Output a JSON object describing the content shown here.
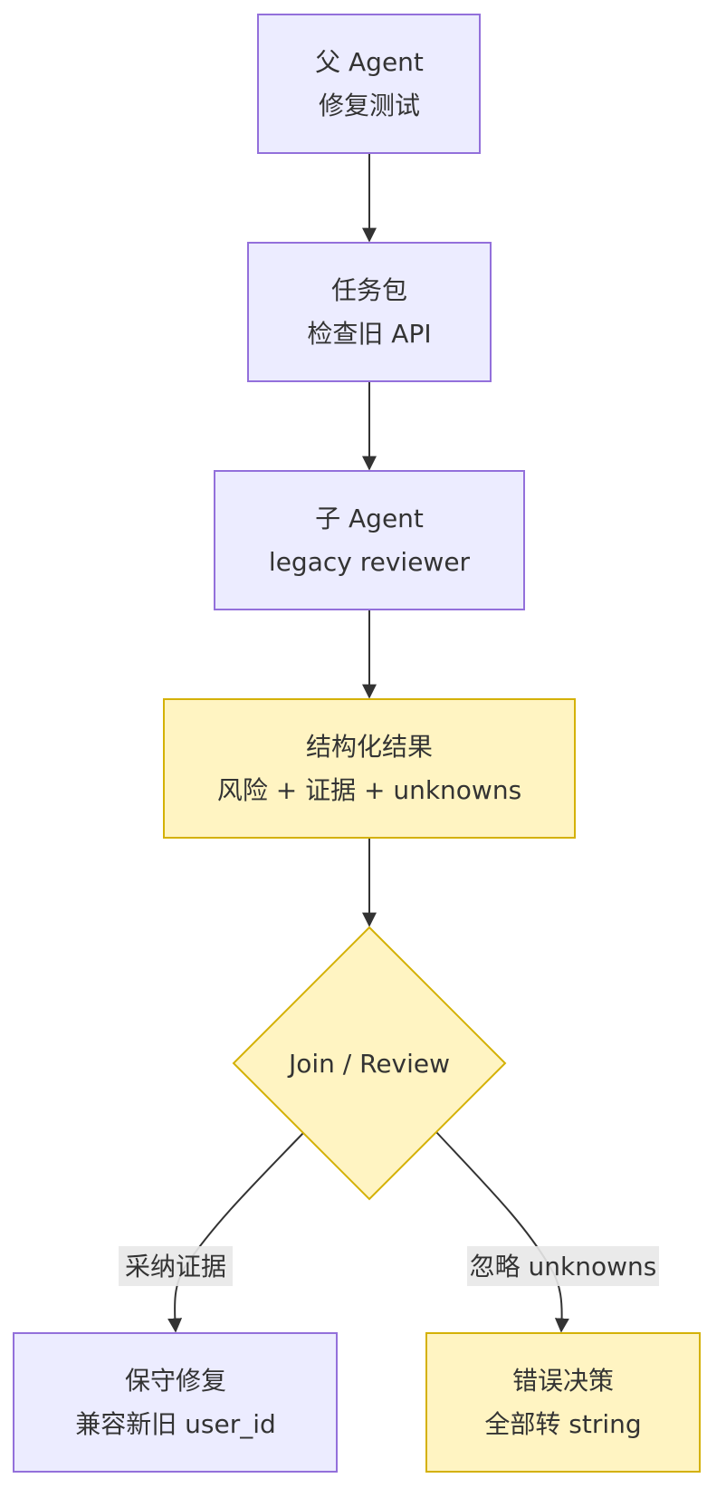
{
  "colors": {
    "primary_fill": "#ECECFF",
    "primary_stroke": "#9370DB",
    "highlight_fill": "#FFF4C2",
    "highlight_stroke": "#D4B106",
    "edge": "#333333",
    "text": "#333333",
    "edge_label_bg": "#E8E8E8"
  },
  "nodes": {
    "parent_agent": {
      "line1": "父 Agent",
      "line2": "修复测试"
    },
    "task_package": {
      "line1": "任务包",
      "line2": "检查旧 API"
    },
    "child_agent": {
      "line1": "子 Agent",
      "line2": "legacy reviewer"
    },
    "structured_result": {
      "line1": "结构化结果",
      "line2": "风险 + 证据 + unknowns"
    },
    "join_review": {
      "label": "Join / Review"
    },
    "conservative_fix": {
      "line1": "保守修复",
      "line2": "兼容新旧 user_id"
    },
    "wrong_decision": {
      "line1": "错误决策",
      "line2": "全部转 string"
    }
  },
  "edges": {
    "adopt_evidence": "采纳证据",
    "ignore_unknowns": "忽略 unknowns"
  }
}
